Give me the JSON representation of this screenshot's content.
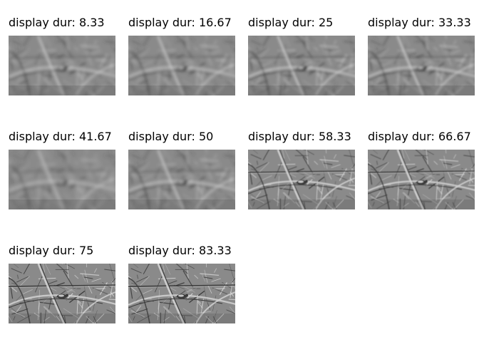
{
  "frames": [
    {
      "label": "display dur: 8.33",
      "blur": 2.2
    },
    {
      "label": "display dur: 16.67",
      "blur": 2.0
    },
    {
      "label": "display dur: 25",
      "blur": 1.9
    },
    {
      "label": "display dur: 33.33",
      "blur": 1.8
    },
    {
      "label": "display dur: 41.67",
      "blur": 2.6
    },
    {
      "label": "display dur: 50",
      "blur": 2.2
    },
    {
      "label": "display dur: 58.33",
      "blur": 0.5
    },
    {
      "label": "display dur: 66.67",
      "blur": 0.4
    },
    {
      "label": "display dur: 75",
      "blur": 0.2
    },
    {
      "label": "display dur: 83.33",
      "blur": 0.0
    }
  ],
  "colors": {
    "background": "#ffffff",
    "text": "#000000",
    "image_base": "#8a8a8a",
    "image_dark": "#3a3a3a",
    "image_light": "#d6d6d6"
  }
}
